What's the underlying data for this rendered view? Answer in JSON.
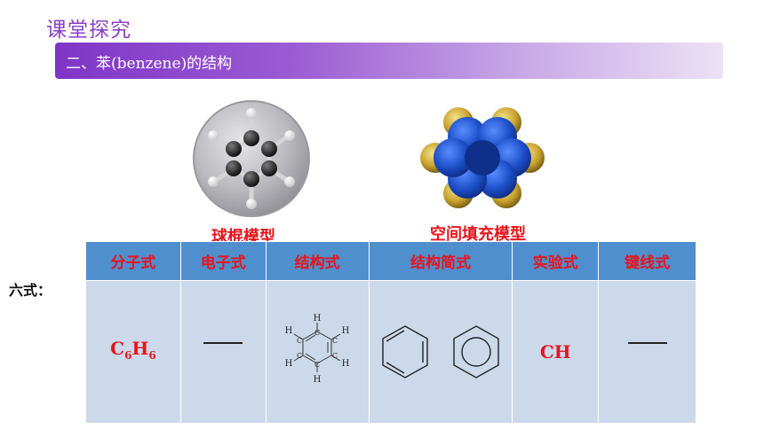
{
  "title": "课堂探究",
  "banner": "二、苯(benzene)的结构",
  "models": {
    "ball_stick_caption": "球棍模型",
    "space_fill_caption": "空间填充模型"
  },
  "six_label": "六式：",
  "table": {
    "headers": [
      "分子式",
      "电子式",
      "结构式",
      "结构简式",
      "实验式",
      "键线式"
    ],
    "molecular_formula": {
      "c": "C",
      "c_sub": "6",
      "h": "H",
      "h_sub": "6"
    },
    "empirical_formula": "CH",
    "structural_formula_labels": {
      "h": "H",
      "c": "C"
    }
  },
  "colors": {
    "title": "#8a3fc4",
    "caption_red": "#e8141c",
    "header_blue": "#4f8fce",
    "cell_blue": "#ccd9eb"
  }
}
